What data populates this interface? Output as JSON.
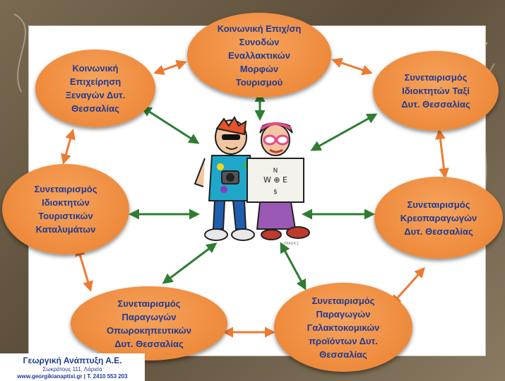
{
  "nodes": {
    "top": "Κοινωνική Επιχ/ση\nΣυνοδών\nΕναλλακτικών\nΜορφών\nΤουρισμού",
    "upper_left": "Κοινωνική\nΕπιχείρηση\nΞεναγών Δυτ.\nΘεσσαλίας",
    "upper_right": "Συνεταιρισμός\nΙδιοκτητών Ταξί\nΔυτ. Θεσσαλίας",
    "middle_left": "Συνεταιρισμός\nΙδιοκτητών\nΤουριστικών\nΚαταλυμάτων",
    "middle_right": "Συνεταιρισμός\nΚρεοπαραγωγών\nΔυτ. Θεσσαλίας",
    "bottom_left": "Συνεταιρισμός\nΠαραγωγών\nΟπωροκηπευτικών\nΔυτ. Θεσσαλίας",
    "bottom_right": "Συνεταιρισμός\nΠαραγωγών\nΓαλακτοκομικών\nπροϊόντων Δυτ.\nΘεσσαλίας"
  },
  "center_image": {
    "icon": "tourists-with-map-icon",
    "caption": "[MAGIC]"
  },
  "colors": {
    "node_fill": "#ee8a3c",
    "node_text": "#1f3a93",
    "ring_arrow": "#ee7a30",
    "spoke_arrow": "#2e7d32"
  },
  "footer": {
    "company": "Γεωργική Ανάπτυξη Α.Ε.",
    "address": "Σωκράτους 111, Λάρισα",
    "contact": "www.georgikianaptixi.gr | T. 2410 553 203"
  }
}
